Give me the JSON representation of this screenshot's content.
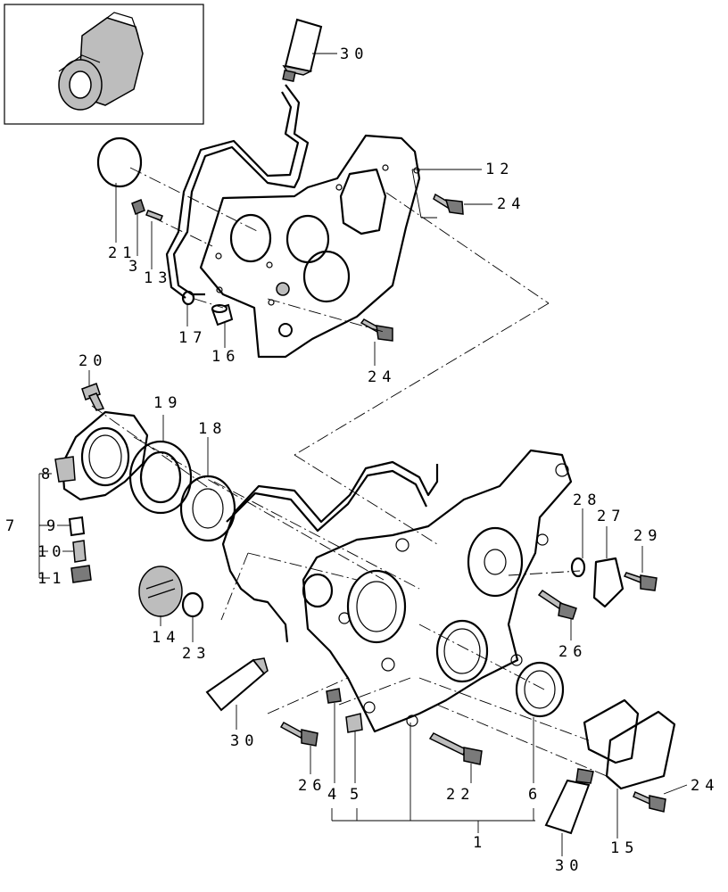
{
  "callouts": {
    "c30_top": "30",
    "c12": "12",
    "c24_top": "24",
    "c21": "21",
    "c3": "3",
    "c13": "13",
    "c17": "17",
    "c16": "16",
    "c24_mid": "24",
    "c20": "20",
    "c19": "19",
    "c18": "18",
    "c8": "8",
    "c7": "7",
    "c9": "9",
    "c10": "10",
    "c11": "11",
    "c14": "14",
    "c23": "23",
    "c28": "28",
    "c27": "27",
    "c29": "29",
    "c26_right": "26",
    "c30_left": "30",
    "c26_bottom": "26",
    "c4": "4",
    "c5": "5",
    "c22": "22",
    "c6": "6",
    "c1": "1",
    "c24_bottom": "24",
    "c15": "15",
    "c30_bottom": "30"
  },
  "colors": {
    "line": "#000000",
    "shade": "#bdbdbd",
    "dark_shade": "#7a7a7a",
    "background": "#ffffff"
  }
}
